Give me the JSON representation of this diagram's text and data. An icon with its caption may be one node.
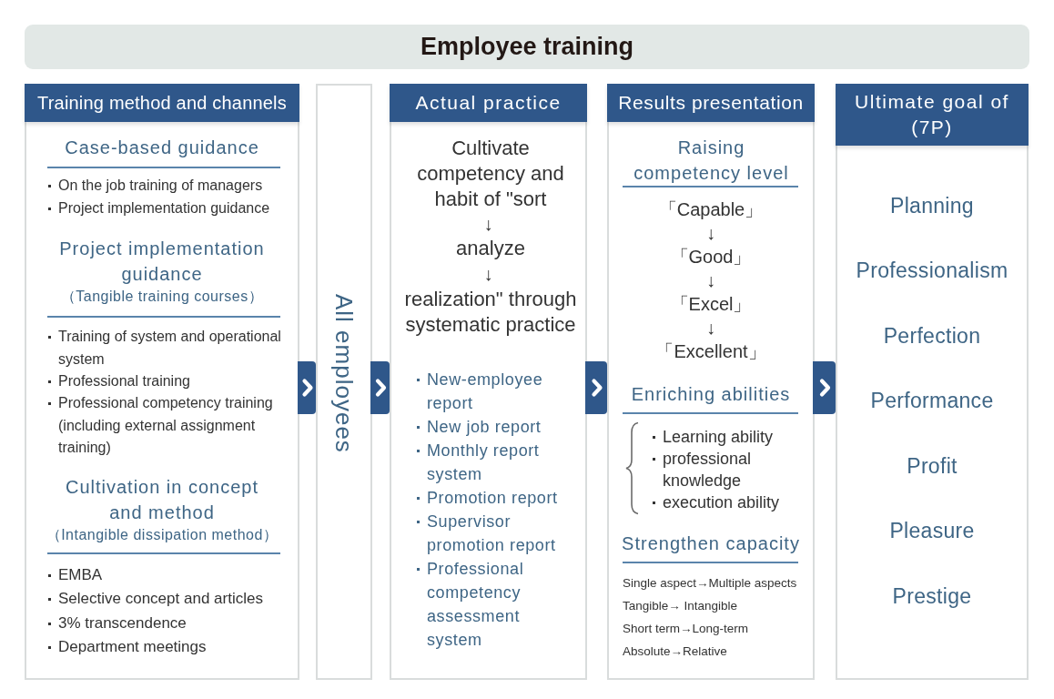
{
  "diagram": {
    "title": "Employee training",
    "nodes": [
      {
        "text": [
          "Training method and channels",
          "Case-based guidance",
          "On the job training of managers",
          "Project implementation guidance",
          "Project implementation guidance",
          "（Tangible training courses）",
          "Training of system and operational system",
          "Professional training",
          "Professional competency training (including external assignment training)",
          "Cultivation in concept and method",
          "（Intangible dissipation method）",
          "EMBA",
          "Selective concept and articles",
          "3% transcendence",
          "Department meetings"
        ]
      },
      {
        "text": [
          "All employees"
        ]
      },
      {
        "text": [
          "Actual practice",
          "Cultivate competency and habit of \"sort",
          "↓",
          "analyze",
          "↓",
          "realization\" through systematic practice",
          "New-employee report",
          "New job report",
          "Monthly report system",
          "Promotion report",
          "Supervisor promotion report",
          "Professional competency assessment system"
        ]
      },
      {
        "text": [
          "Results presentation",
          "Raising competency level",
          "「Capable」",
          "↓",
          "「Good」",
          "↓",
          "「Excel」",
          "↓",
          "「Excellent」",
          "Enriching abilities",
          "Learning ability",
          "professional knowledge",
          "execution ability",
          "Strengthen capacity",
          "Single aspect→Multiple aspects",
          "Tangible→ Intangible",
          "Short term→Long-term",
          "Absolute→Relative"
        ]
      },
      {
        "text": [
          "Ultimate goal of (7P)",
          "Planning",
          "Professionalism",
          "Perfection",
          "Performance",
          "Profit",
          "Pleasure",
          "Prestige"
        ]
      }
    ],
    "edges": [
      {
        "from": 0,
        "to": 1,
        "arrow": "to"
      },
      {
        "from": 1,
        "to": 2,
        "arrow": "to"
      },
      {
        "from": 2,
        "to": 3,
        "arrow": "to"
      },
      {
        "from": 3,
        "to": 4,
        "arrow": "to"
      }
    ]
  }
}
